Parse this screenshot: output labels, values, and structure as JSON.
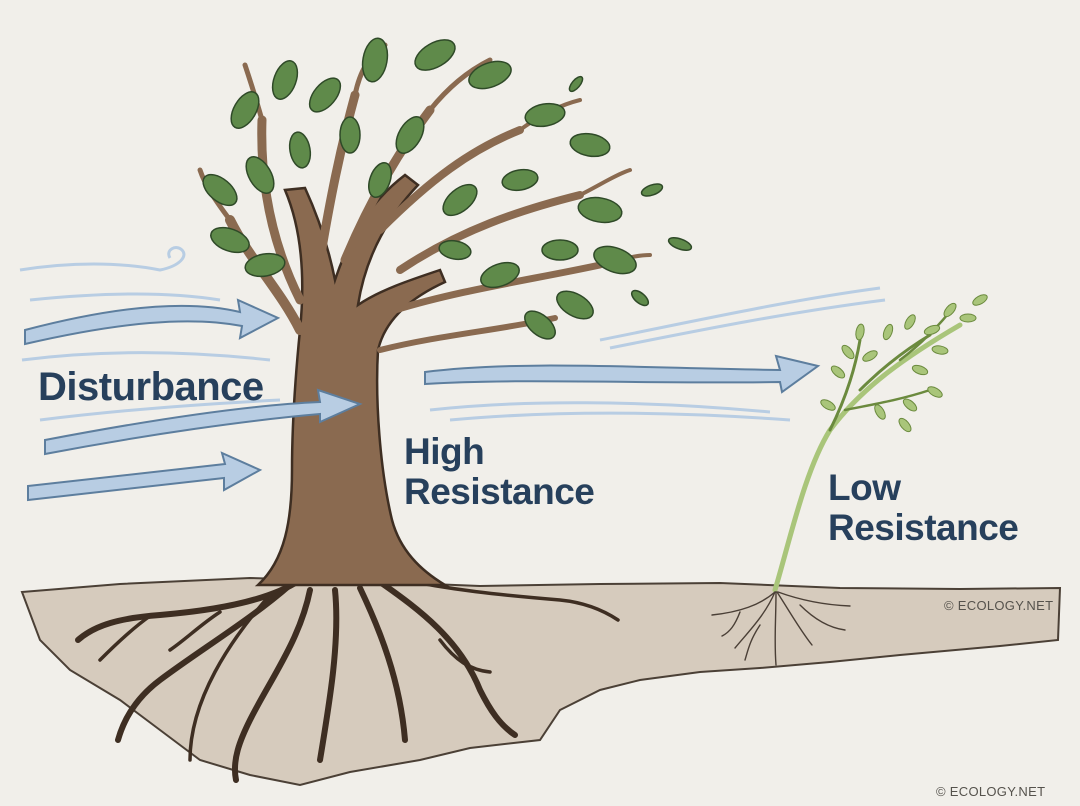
{
  "labels": {
    "disturbance": "Disturbance",
    "high_resistance": [
      "High",
      "Resistance"
    ],
    "low_resistance": [
      "Low",
      "Resistance"
    ]
  },
  "credits": {
    "inline": "© ECOLOGY.NET",
    "corner": "© ECOLOGY.NET"
  },
  "colors": {
    "background": "#f1efea",
    "label_text": "#27405c",
    "wind_fill": "#b8cde3",
    "wind_stroke": "#5d7e9e",
    "ground": "#d6cbbd",
    "ground_edge": "#4b4036",
    "bark": "#8a6a50",
    "bark_dark": "#3e2e22",
    "leaf": "#5f8a4a",
    "leaf_dark": "#2f4a28",
    "sapling": "#a9c57a",
    "sapling_dark": "#6b8a3e",
    "root_small": "#4a3f36"
  },
  "icons": [
    "large-oak-tree",
    "sapling",
    "wind-arrows",
    "ground-with-roots"
  ]
}
